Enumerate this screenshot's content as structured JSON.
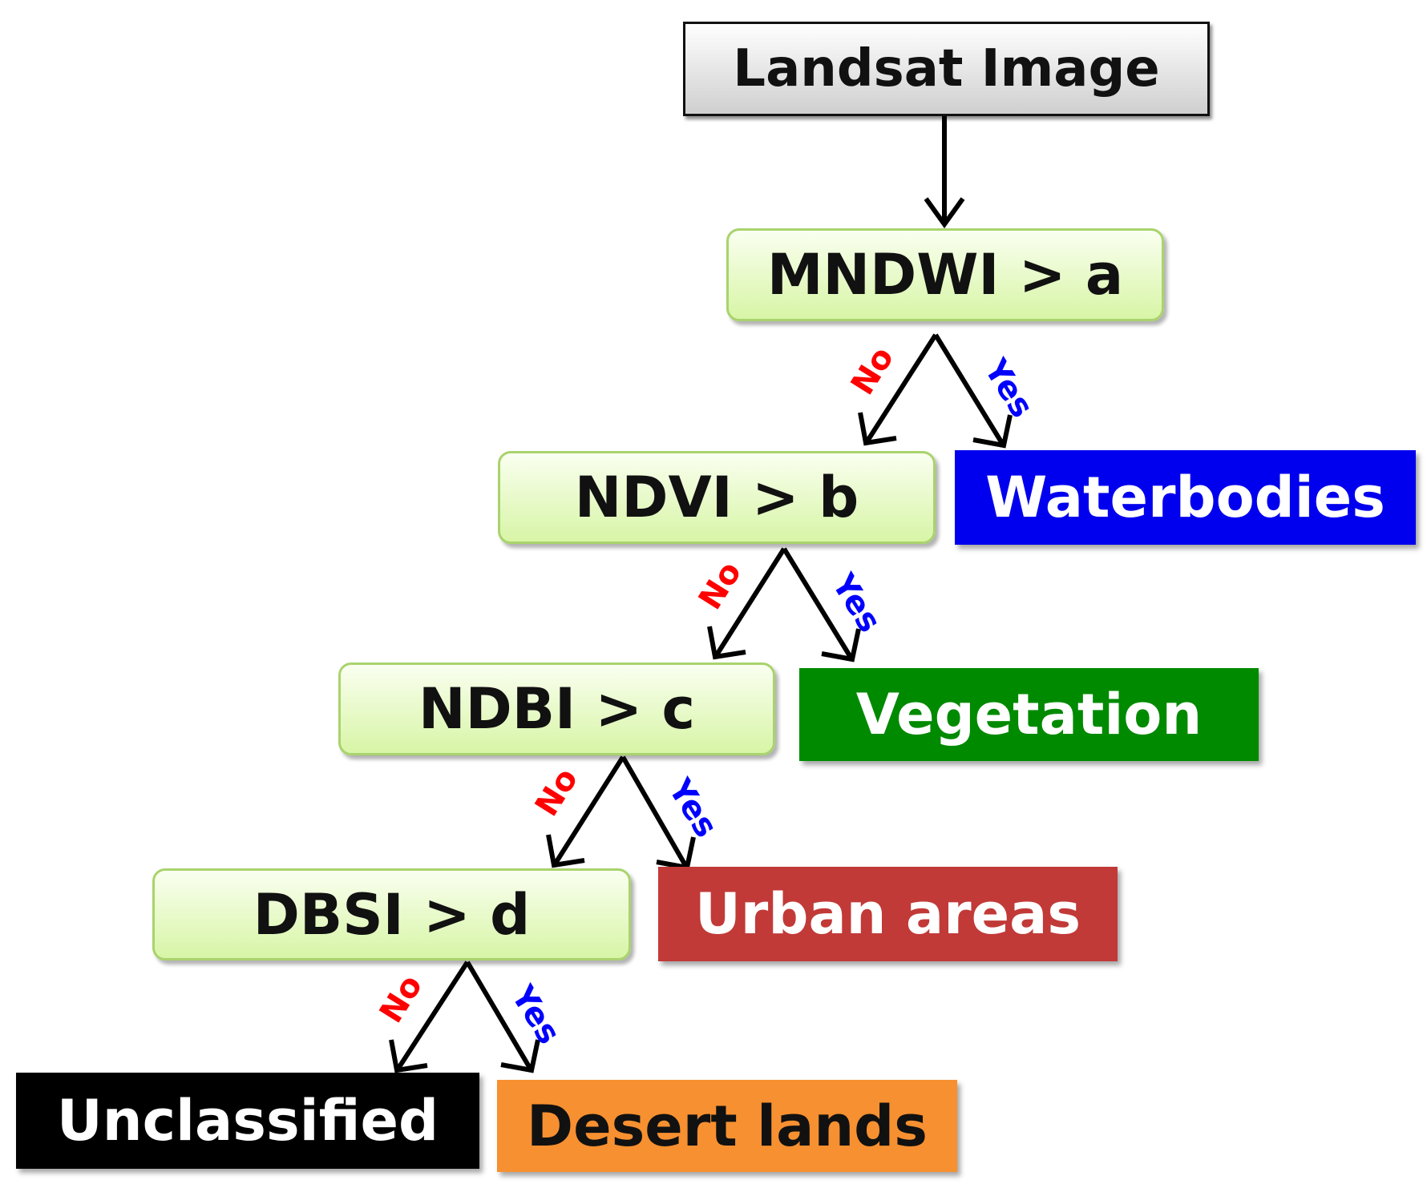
{
  "start": {
    "label": "Landsat Image"
  },
  "decisions": [
    {
      "label": "MNDWI > a"
    },
    {
      "label": "NDVI > b"
    },
    {
      "label": "NDBI > c"
    },
    {
      "label": "DBSI > d"
    }
  ],
  "classes": [
    {
      "label": "Waterbodies",
      "color": "#0000ee",
      "text_color": "#ffffff"
    },
    {
      "label": "Vegetation",
      "color": "#008a00",
      "text_color": "#ffffff"
    },
    {
      "label": "Urban areas",
      "color": "#c13a38",
      "text_color": "#ffffff"
    },
    {
      "label": "Unclassified",
      "color": "#000000",
      "text_color": "#ffffff"
    },
    {
      "label": "Desert lands",
      "color": "#f79030",
      "text_color": "#111111"
    }
  ],
  "branch_labels": {
    "no": {
      "text": "No",
      "color": "#ff0000"
    },
    "yes": {
      "text": "Yes",
      "color": "#0000ff"
    }
  }
}
